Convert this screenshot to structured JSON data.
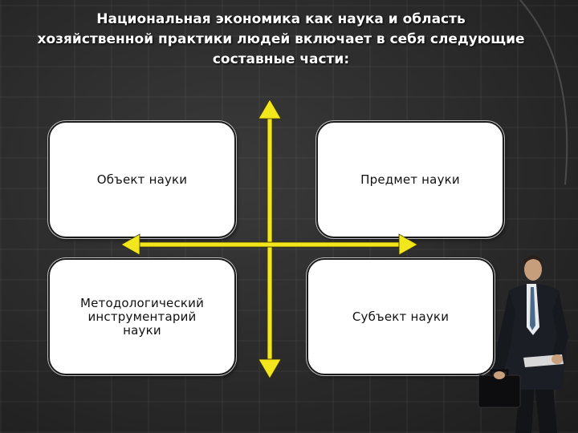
{
  "slide": {
    "title_lines": [
      "Национальная  экономика  как  наука  и  область",
      "хозяйственной  практики людей включает в себя следующие",
      "составные части:"
    ],
    "boxes": {
      "top_left": "Объект науки",
      "top_right": "Предмет науки",
      "bottom_left": "Методологический\nинструментарий\nнауки",
      "bottom_right": "Субъект науки"
    }
  },
  "colors": {
    "background": "#2c2c2c",
    "arrow": "#f2e61c",
    "box_fill": "#ffffff",
    "title_text": "#ffffff"
  },
  "icons": {
    "figure": "businessman-with-briefcase-icon"
  }
}
